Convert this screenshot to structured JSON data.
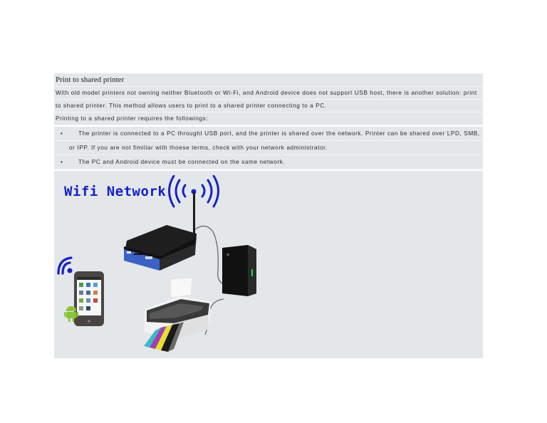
{
  "document": {
    "title": "Print to shared printer",
    "paragraph_line1": "With old model printers not owning neither Bluetooth or Wi-Fi, and Android device does not support USB host, there is another solution: print",
    "paragraph_line2": "to shared printer. This method allows users to print to a shared printer connecting to a PC.",
    "requirements_intro": "Printing to a shared printer requires the followings:",
    "bullets": [
      {
        "marker": "•",
        "line1": "The printer is connected to a PC throught USB port, and the printer is shared over the network. Printer can be shared over LPD, SMB,",
        "line2": "or IPP. If you are not fimiliar with thoese terms, check with your network administrator."
      },
      {
        "marker": "•",
        "line1": "The PC and Android device must be connected on the same network."
      }
    ]
  },
  "figure": {
    "label": "Wifi Network",
    "elements": [
      "wifi-signal-icon",
      "wireless-router",
      "android-phone",
      "android-logo",
      "pc-tower",
      "inkjet-printer"
    ],
    "colors": {
      "label": "#1520c8",
      "background": "#e3e7e9",
      "router_blue": "#3a62c4"
    }
  }
}
